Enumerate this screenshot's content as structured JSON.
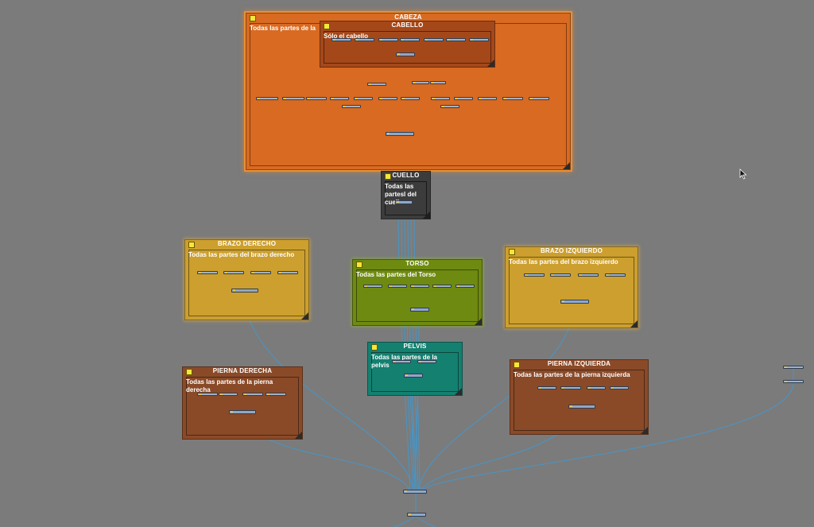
{
  "backdrops": {
    "cabeza": {
      "title": "CABEZA",
      "text": "Todas las partes de la"
    },
    "cabello": {
      "title": "CABELLO",
      "text": "Sólo el cabello"
    },
    "cuello": {
      "title": "CUELLO",
      "text": "Todas las partesl del cuello"
    },
    "brazo_derecho": {
      "title": "BRAZO DERECHO",
      "text": "Todas las partes del brazo derecho"
    },
    "torso": {
      "title": "TORSO",
      "text": "Todas las partes del Torso"
    },
    "brazo_izquierdo": {
      "title": "BRAZO IZQUIERDO",
      "text": "Todas las partes del brazo izquierdo"
    },
    "pelvis": {
      "title": "PELVIS",
      "text": "Todas las partes de la pelvis"
    },
    "pierna_derecha": {
      "title": "PIERNA DERECHA",
      "text": "Todas las partes de la pierna derecha"
    },
    "pierna_izquierda": {
      "title": "PIERNA IZQUIERDA",
      "text": "Todas las partes de la pierna izquierda"
    }
  },
  "colors": {
    "background": "#7b7b7b",
    "wire": "#3d9bd6",
    "cabeza": "#d86a22",
    "cabello": "#a4481a",
    "cuello": "#3c3c3c",
    "brazo": "#cc9f2e",
    "torso": "#6e8a10",
    "pelvis": "#138070",
    "pierna": "#8a4a28"
  },
  "cursor": {
    "icon": "mouse-pointer-icon"
  }
}
